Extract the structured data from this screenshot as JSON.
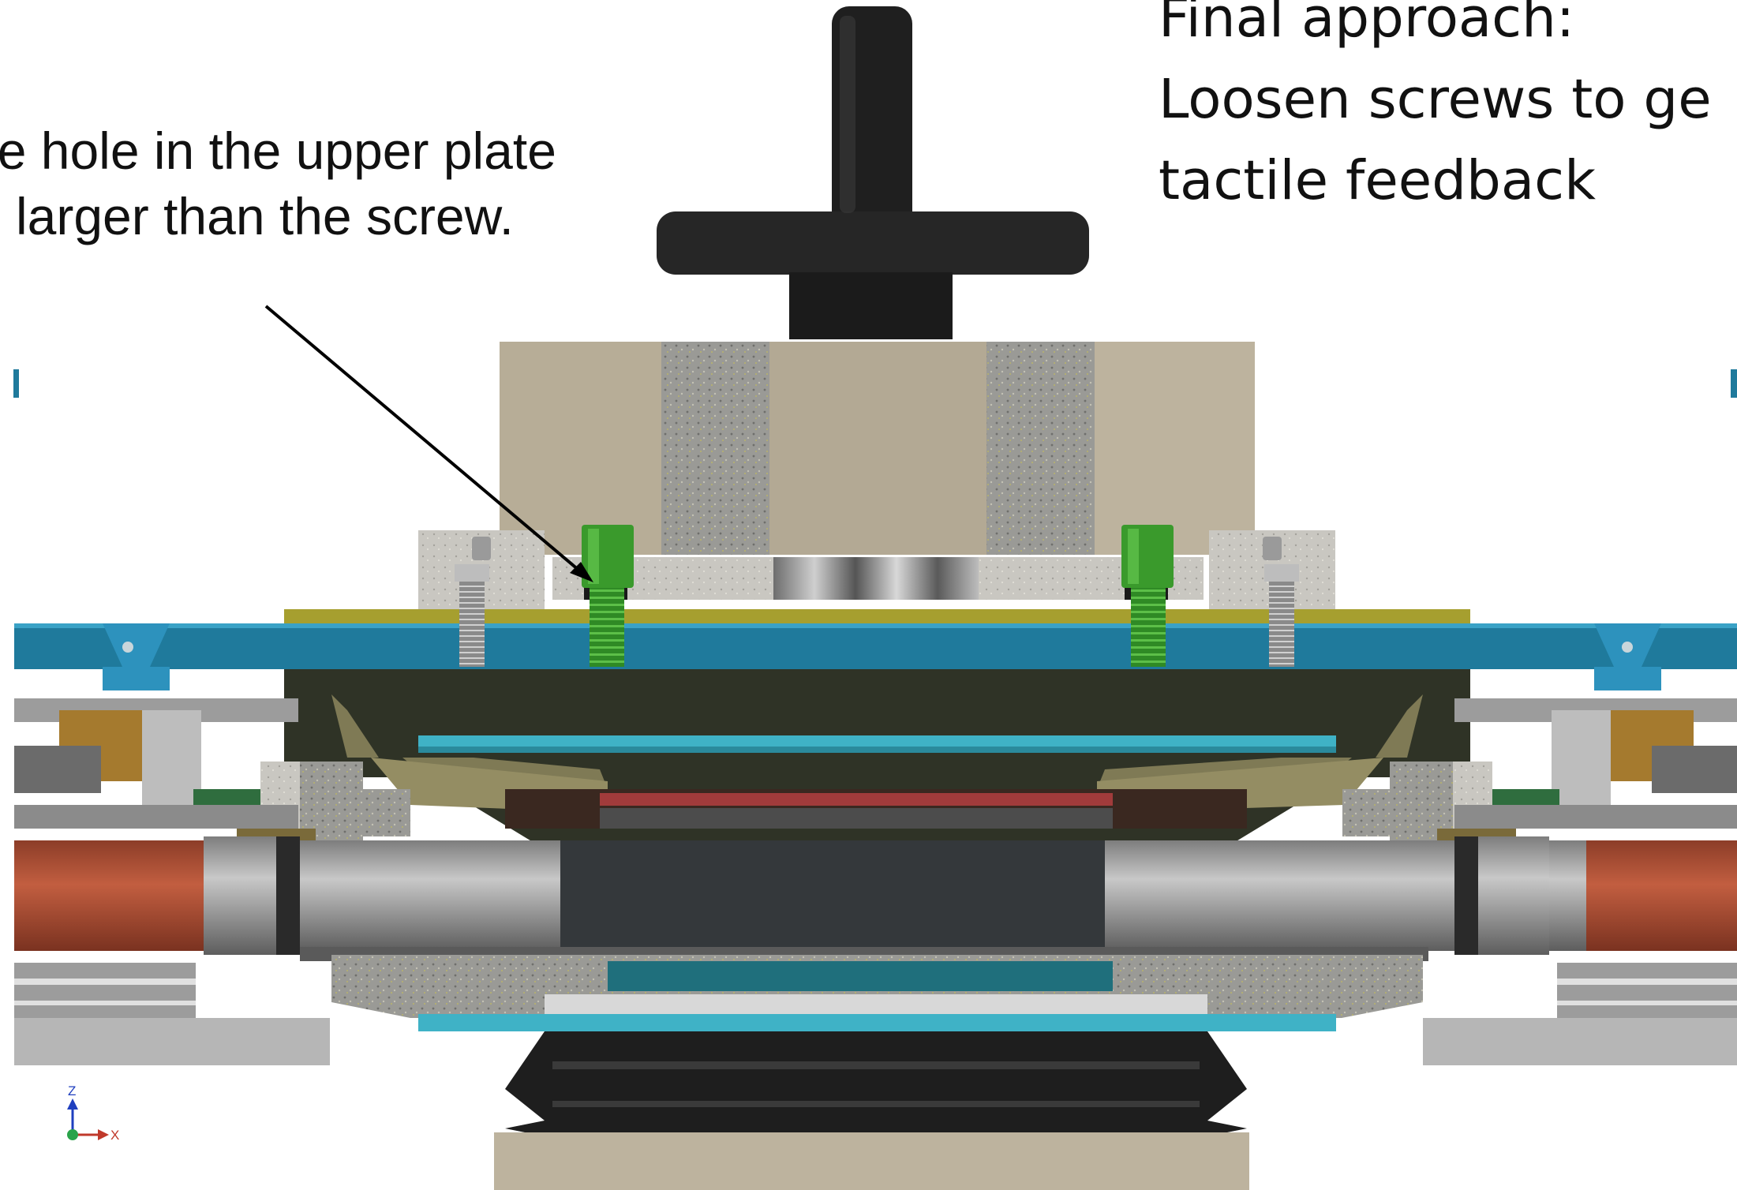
{
  "annotation_left": {
    "line1": "he hole in the upper plate",
    "line2": "larger than the screw."
  },
  "annotation_right": {
    "line1": "Final approach:",
    "line2": "Loosen screws  to ge",
    "line3": "tactile feedback"
  },
  "axis_triad": {
    "z_label": "Z",
    "x_label": "X"
  },
  "colors": {
    "knob": "#1f1f1f",
    "block": "#bdb39e",
    "speckle": "#8d8d8a",
    "screw": "#3a9a2c",
    "blue_plate": "#1f7a9c",
    "yellow_plate": "#a69f2f",
    "cyan_layer": "#3fb2c6",
    "copper_tube": "#b8533a",
    "bellows": "#1e1e1e",
    "arrow": "#000000"
  }
}
